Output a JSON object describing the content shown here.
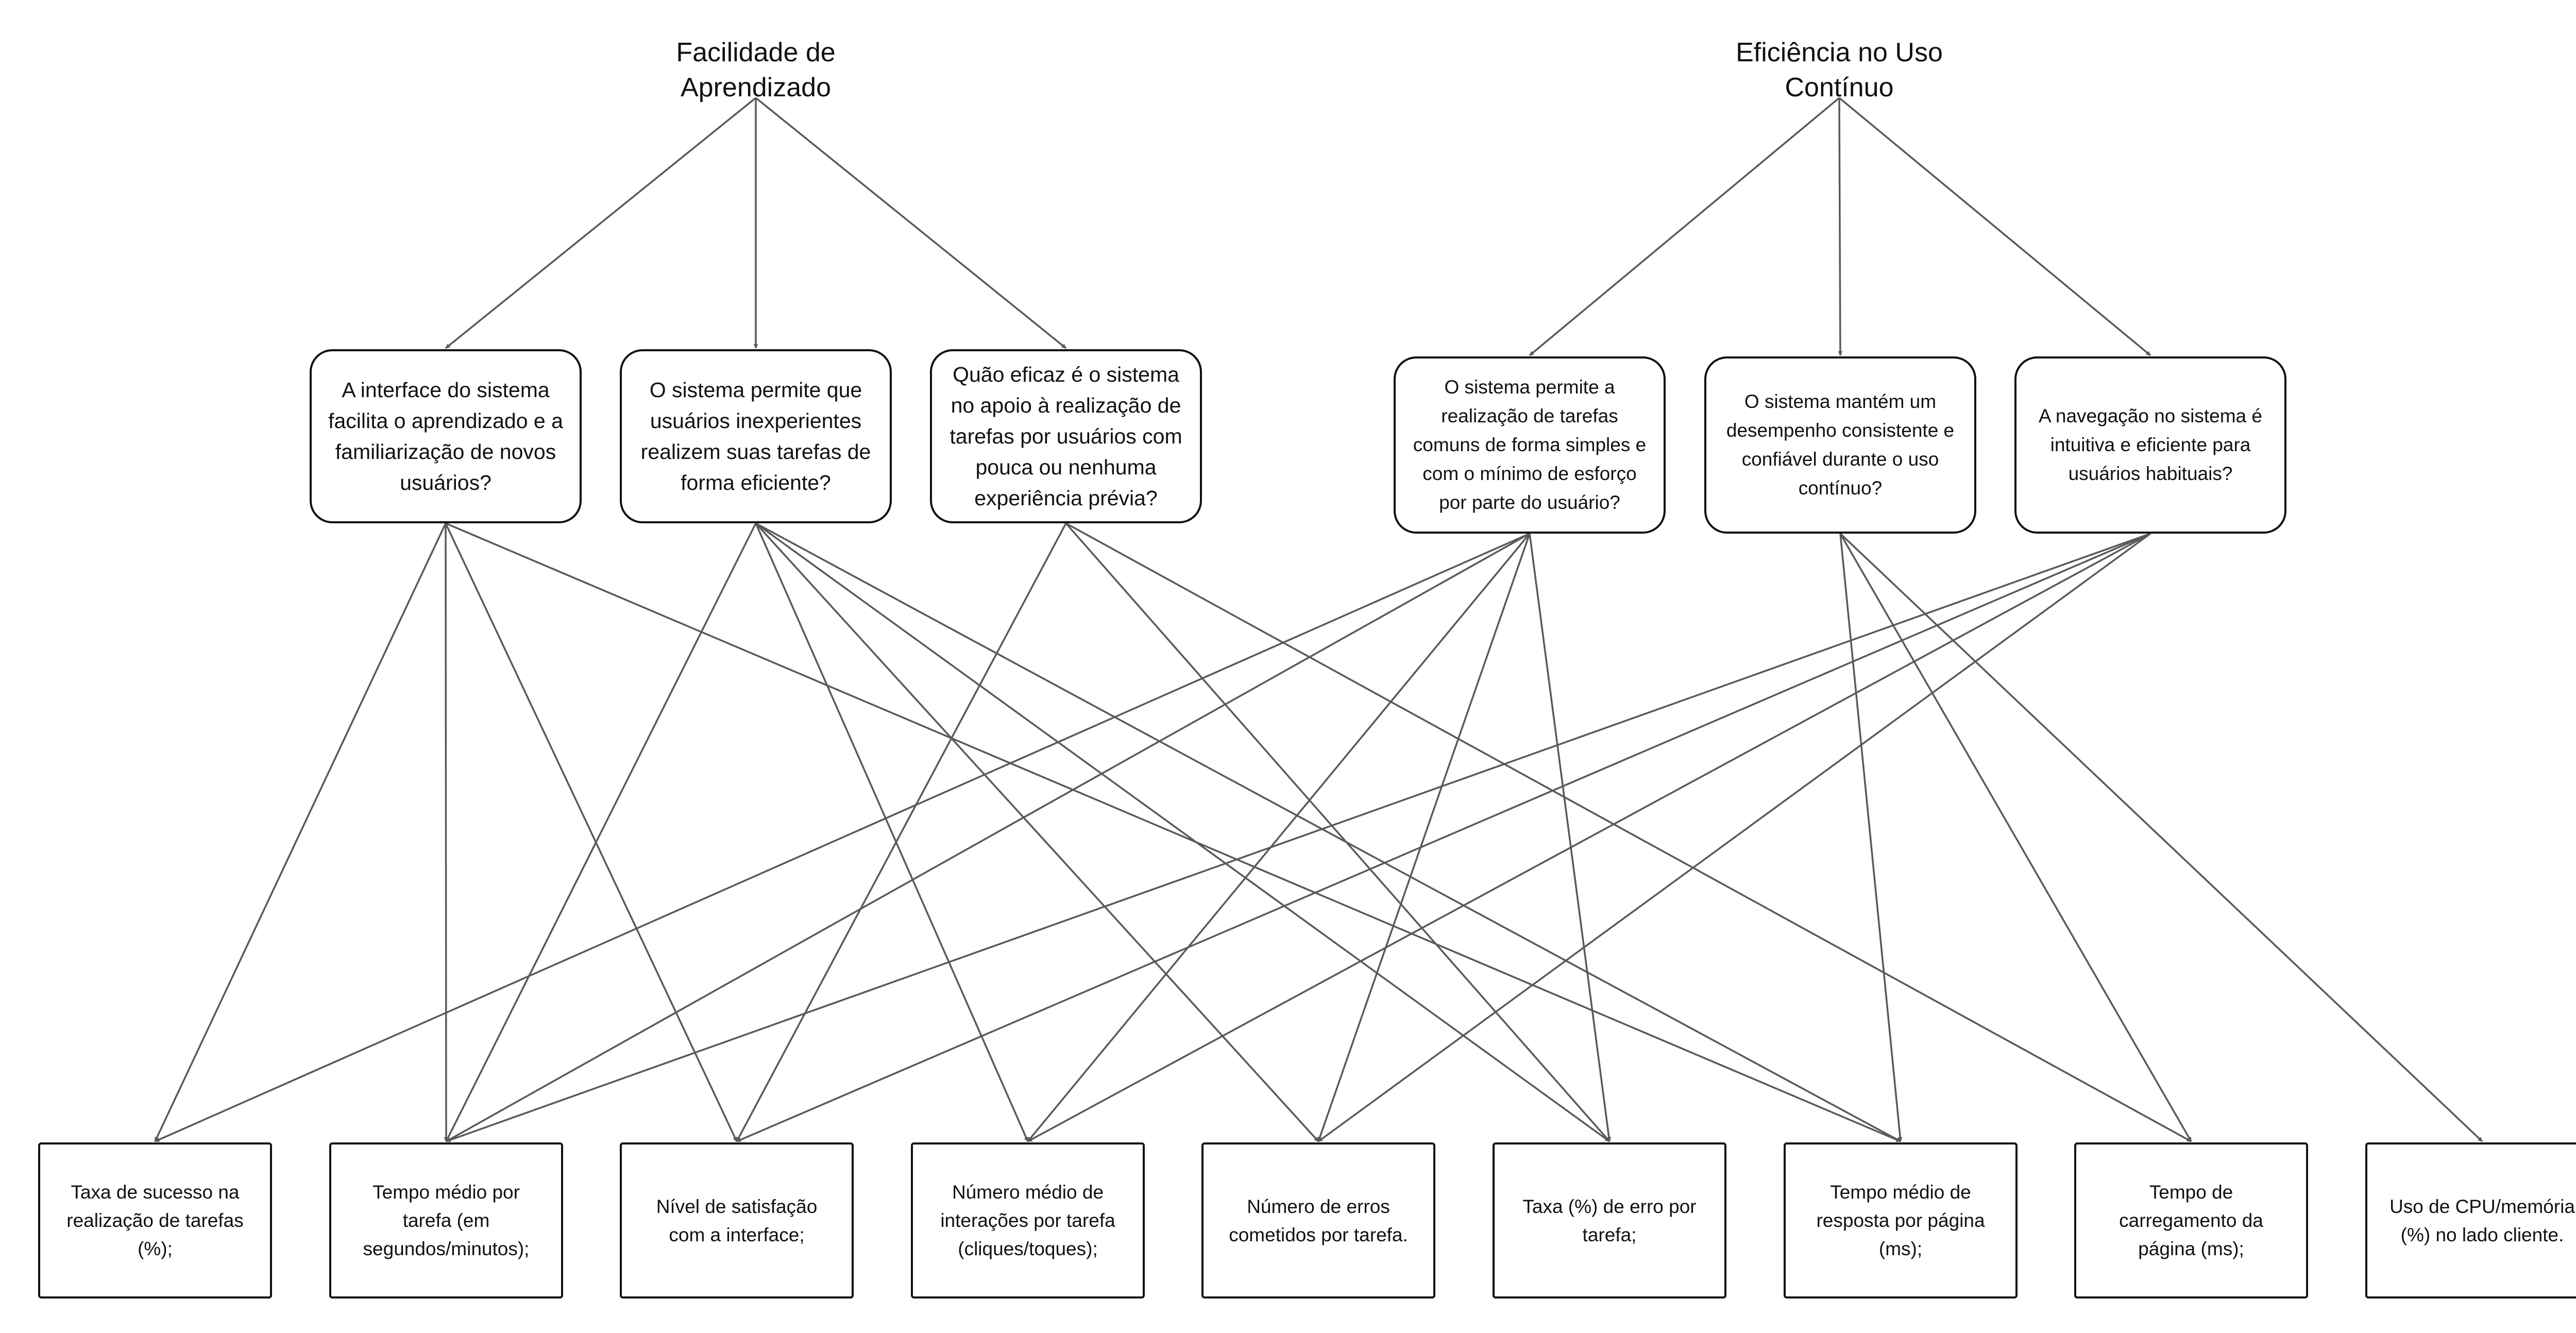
{
  "goals": [
    {
      "id": "g1",
      "text": "Facilidade de Aprendizado"
    },
    {
      "id": "g2",
      "text": "Eficiência no Uso Contínuo"
    }
  ],
  "questions": [
    {
      "id": "q1",
      "goal": "g1",
      "text": "A interface do sistema facilita o aprendizado e a familiarização de novos usuários?"
    },
    {
      "id": "q2",
      "goal": "g1",
      "text": "O sistema permite que usuários inexperientes realizem suas tarefas de forma eficiente?"
    },
    {
      "id": "q3",
      "goal": "g1",
      "text": "Quão eficaz é o sistema no apoio à realização de tarefas por usuários com pouca ou nenhuma experiência prévia?"
    },
    {
      "id": "q4",
      "goal": "g2",
      "text": "O sistema permite a realização de tarefas comuns de forma simples e com o mínimo de esforço por parte do usuário?"
    },
    {
      "id": "q5",
      "goal": "g2",
      "text": "O sistema mantém um desempenho consistente e confiável durante o uso contínuo?"
    },
    {
      "id": "q6",
      "goal": "g2",
      "text": "A navegação no sistema é intuitiva e eficiente para usuários habituais?"
    }
  ],
  "metrics": [
    {
      "id": "m1",
      "text": "Taxa de sucesso na realização de tarefas (%);"
    },
    {
      "id": "m2",
      "text": "Tempo médio por tarefa (em segundos/minutos);"
    },
    {
      "id": "m3",
      "text": "Nível de satisfação com a interface;"
    },
    {
      "id": "m4",
      "text": "Número médio de interações por tarefa (cliques/toques);"
    },
    {
      "id": "m5",
      "text": "Número de erros cometidos por tarefa."
    },
    {
      "id": "m6",
      "text": "Taxa (%) de erro por tarefa;"
    },
    {
      "id": "m7",
      "text": "Tempo médio de resposta por página (ms);"
    },
    {
      "id": "m8",
      "text": "Tempo de carregamento da página (ms);"
    },
    {
      "id": "m9",
      "text": "Uso de CPU/memória (%) no lado cliente."
    }
  ],
  "edges": [
    [
      "g1",
      "q1"
    ],
    [
      "g1",
      "q2"
    ],
    [
      "g1",
      "q3"
    ],
    [
      "g2",
      "q4"
    ],
    [
      "g2",
      "q5"
    ],
    [
      "g2",
      "q6"
    ],
    [
      "q1",
      "m1"
    ],
    [
      "q1",
      "m2"
    ],
    [
      "q1",
      "m3"
    ],
    [
      "q1",
      "m7"
    ],
    [
      "q2",
      "m2"
    ],
    [
      "q2",
      "m4"
    ],
    [
      "q2",
      "m5"
    ],
    [
      "q2",
      "m6"
    ],
    [
      "q2",
      "m7"
    ],
    [
      "q3",
      "m3"
    ],
    [
      "q3",
      "m6"
    ],
    [
      "q3",
      "m8"
    ],
    [
      "q4",
      "m1"
    ],
    [
      "q4",
      "m2"
    ],
    [
      "q4",
      "m4"
    ],
    [
      "q4",
      "m5"
    ],
    [
      "q4",
      "m6"
    ],
    [
      "q5",
      "m7"
    ],
    [
      "q5",
      "m8"
    ],
    [
      "q5",
      "m9"
    ],
    [
      "q6",
      "m2"
    ],
    [
      "q6",
      "m3"
    ],
    [
      "q6",
      "m4"
    ],
    [
      "q6",
      "m5"
    ]
  ],
  "colors": {
    "edge": "#595959",
    "border": "#111111",
    "text": "#111111"
  }
}
